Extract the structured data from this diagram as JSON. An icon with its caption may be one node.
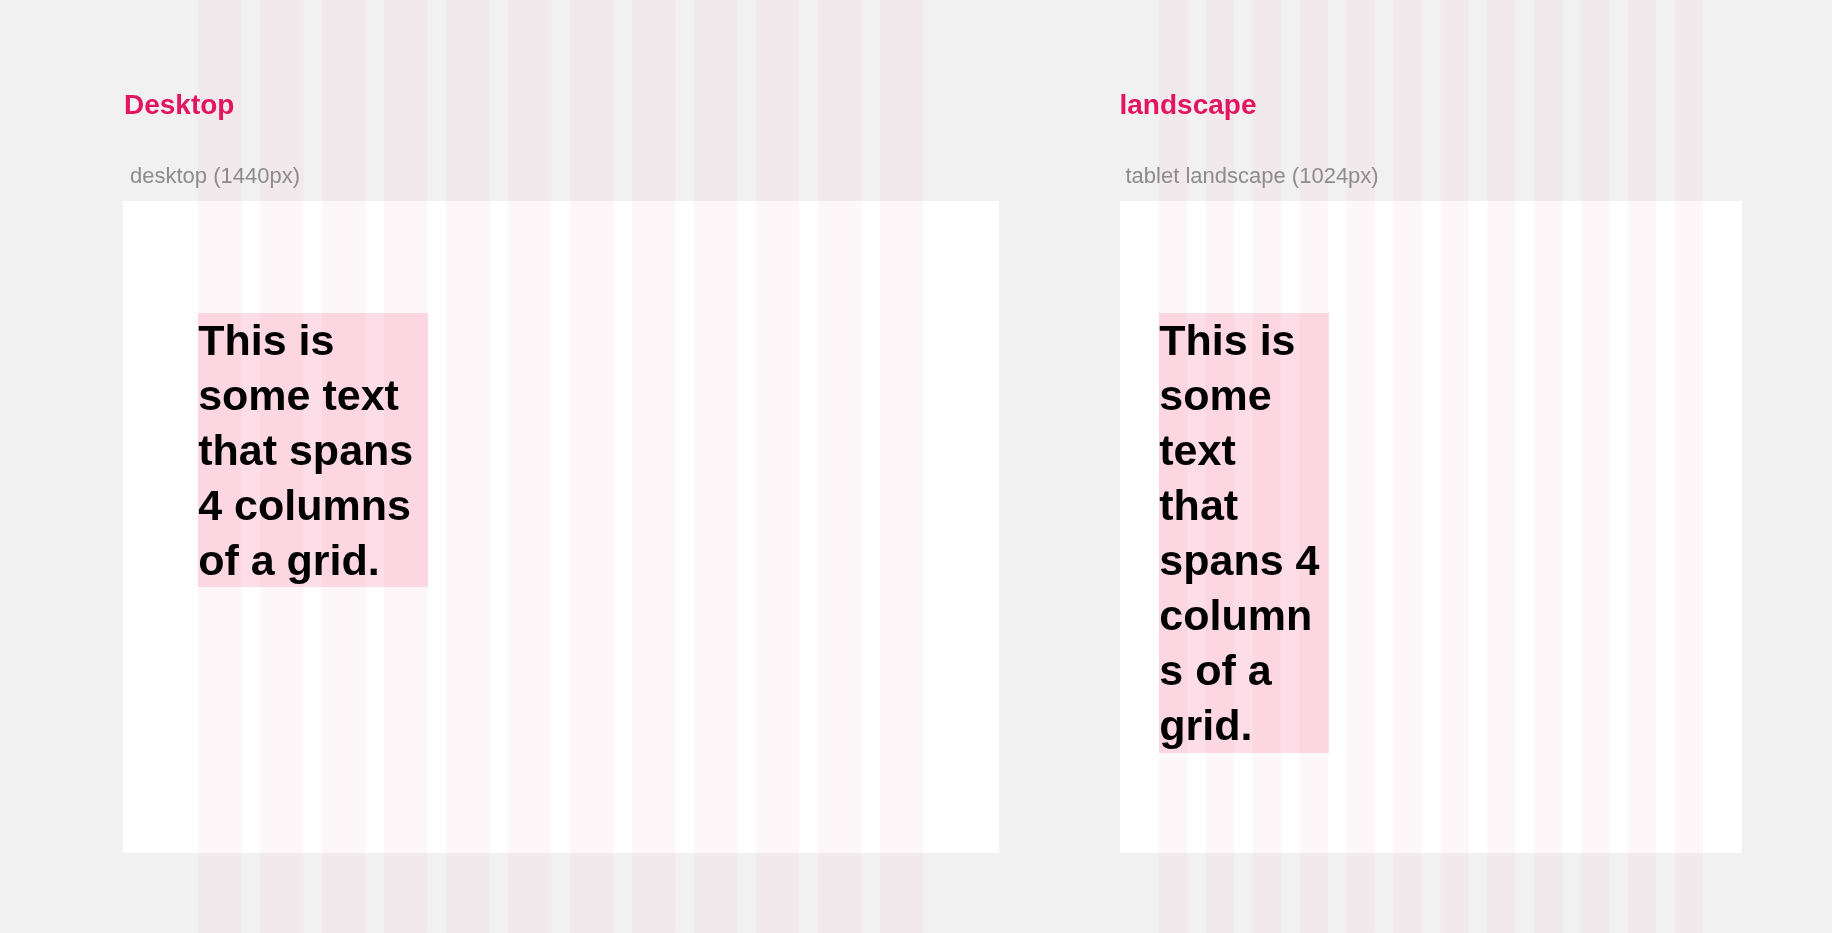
{
  "diagram": {
    "nodes": [
      {
        "text": [
          "Desktop",
          "desktop (1440px)"
        ]
      },
      {
        "text": [
          "This is some text that spans 4 columns of a grid."
        ],
        "in": 0
      },
      {
        "text": [
          "landscape",
          "tablet landscape (1024px)"
        ]
      },
      {
        "text": [
          "This is some text that spans 4 columns of a grid."
        ],
        "in": 2
      }
    ]
  }
}
